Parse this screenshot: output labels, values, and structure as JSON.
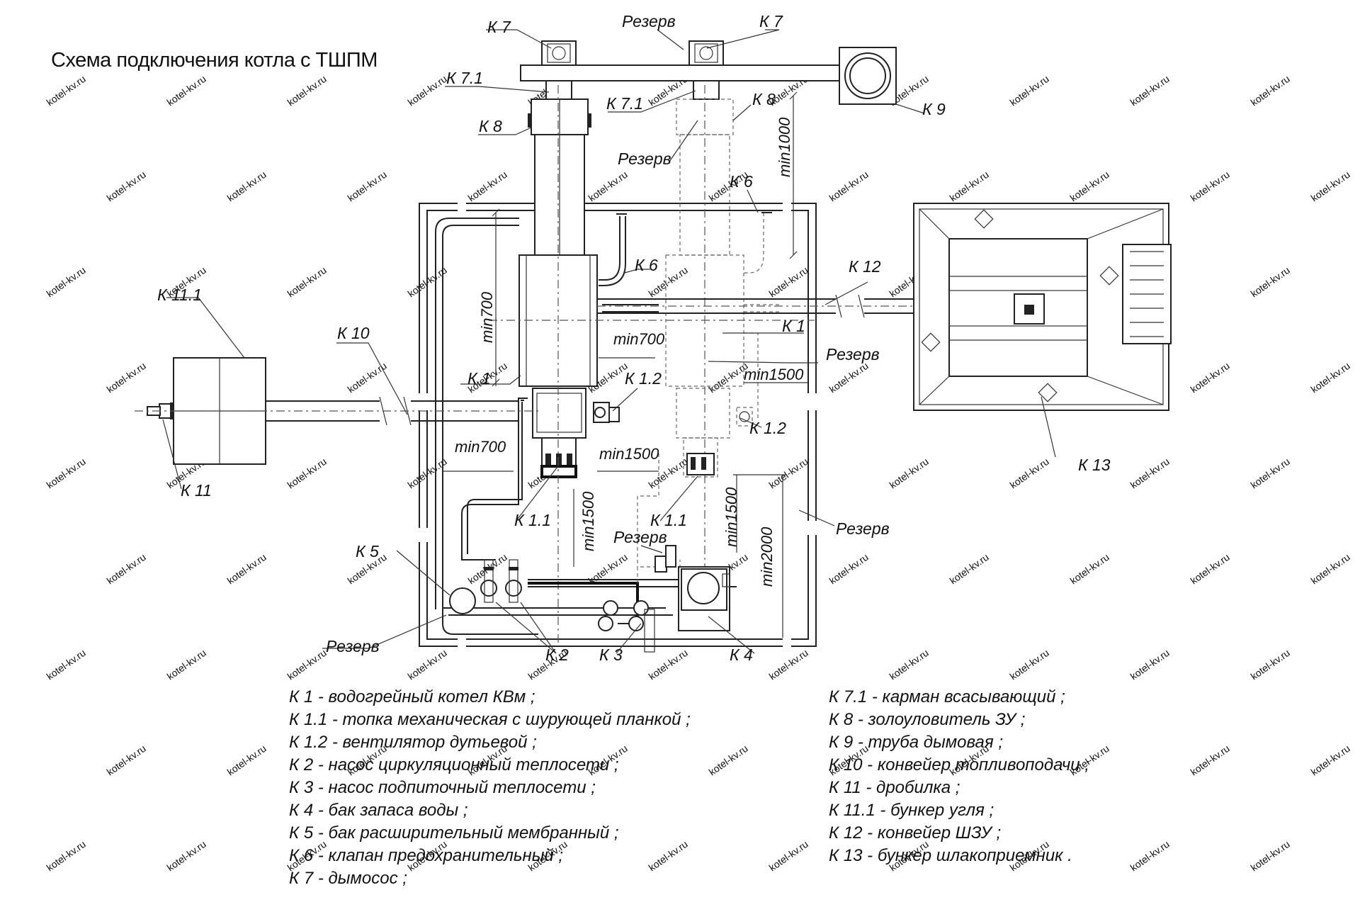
{
  "title": "Схема подключения котла с ТШПМ",
  "watermark": "kotel-kv.ru",
  "labels": {
    "k7_left": "К 7",
    "k7_right": "К 7",
    "rezerv_top": "Резерв",
    "k71_left": "К 7.1",
    "k71_right": "К 7.1",
    "k8_left": "К 8",
    "k8_right": "К 8",
    "k9": "К 9",
    "rezerv_chimney": "Резерв",
    "k6_right": "К 6",
    "k6_left": "К 6",
    "k12": "К 12",
    "k11_1": "К 11.1",
    "k10": "К 10",
    "k11": "К 11",
    "k1_right": "К 1",
    "k1_left": "К 1",
    "rezerv_boiler": "Резерв",
    "k1_2_left": "К 1.2",
    "k1_2_right": "К 1.2",
    "k1_1_left": "К 1.1",
    "k1_1_right": "К 1.1",
    "k13": "К 13",
    "rezerv_wall": "Резерв",
    "rezerv_pump": "Резерв",
    "k5": "К 5",
    "rezerv_bottom": "Резерв",
    "k2": "К 2",
    "k3": "К 3",
    "k4": "К 4"
  },
  "dimensions": {
    "min1000": "min1000",
    "min700_a": "min700",
    "min700_b": "min700",
    "min700_c": "min700",
    "min1500_a": "min1500",
    "min1500_b": "min1500",
    "min1500_c": "min1500",
    "min1500_d": "min1500",
    "min2000": "min2000"
  },
  "legend_left": [
    "К 1 -  водогрейный котел КВм ;",
    "К 1.1 -  топка механическая с шурующей планкой ;",
    "К 1.2 -  вентилятор дутьевой ;",
    "К 2 -  насос циркуляционный теплосети ;",
    "К 3 -  насос подпиточный теплосети ;",
    "К 4 -  бак запаса воды ;",
    "К 5 -  бак расширительный мембранный ;",
    "К 6 -  клапан предохранительный ;",
    "К 7 -  дымосос ;"
  ],
  "legend_right": [
    "К 7.1 -  карман всасывающий ;",
    "К 8 -  золоуловитель ЗУ ;",
    "К 9 -  труба дымовая ;",
    "К 10 -  конвейер топливоподачи ;",
    "К 11 -  дробилка ;",
    "К 11.1 -  бункер угля ;",
    "К 12 -  конвейер ШЗУ ;",
    "К 13 -  бункер шлакоприемник ."
  ]
}
